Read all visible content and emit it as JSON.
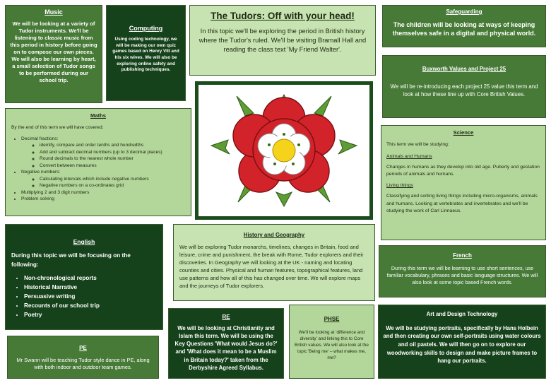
{
  "music": {
    "title": "Music",
    "text": "We will be looking at a variety of Tudor instruments. We'll be listening to classic music from this period in history before going on to compose our own pieces. We will also be learning by heart, a small selection of Tudor songs to be performed during our school trip."
  },
  "computing": {
    "title": "Computing",
    "text": "Using coding technology, we will be making our own quiz games based on Henry VIII and his six wives. We will also be exploring online safety and publishing techniques."
  },
  "header": {
    "title": "The Tudors: Off with your head!",
    "text": "In this topic we'll be exploring the period in British history where the Tudor's ruled. We'll be visiting Bramall Hall and reading the class text 'My Friend Walter'."
  },
  "safeguarding": {
    "title": "Safeguarding",
    "text": "The children will be looking at ways of keeping themselves safe in a digital and physical world."
  },
  "values": {
    "title": "Buxworth Values and Project 25",
    "text": "We will be re-introducing each project 25 value this term and look at how these line up with Core British Values."
  },
  "maths": {
    "title": "Maths",
    "intro": "By the end of this term we will have covered:",
    "items": [
      {
        "label": "Decimal fractions:",
        "sub": [
          "identify, compare and order tenths and hundredths",
          "Add and subtract decimal numbers (up to 3 decimal places)",
          "Round decimals to the nearest whole number",
          "Convert between measures"
        ]
      },
      {
        "label": "Negative numbers:",
        "sub": [
          "Calculating intervals which include negative numbers",
          "Negative numbers on a co-ordinates grid"
        ]
      },
      {
        "label": "Multiplying 2 and 3 digit numbers",
        "sub": []
      },
      {
        "label": "Problem solving",
        "sub": []
      }
    ]
  },
  "science": {
    "title": "Science",
    "intro": "This term we will be studying:",
    "sub1": "Animals and Humans",
    "text1": "Changes in humans as they develop into old age. Puberty and gestation periods of animals and humans.",
    "sub2": "Living things",
    "text2": "Classifying and sorting living things including micro-organisms, animals and humans. Looking at vertebrates and invertebrates and we'll be studying the work of Carl Linnaeus."
  },
  "english": {
    "title": "English",
    "intro": "During this topic we will be focusing on the following:",
    "items": [
      "Non-chronological reports",
      "Historical Narrative",
      "Persuasive writing",
      "Recounts of our school trip",
      "Poetry"
    ]
  },
  "history": {
    "title": "History and Geography",
    "text": "We will be exploring Tudor monarchs, timelines, changes in Britain, food and leisure, crime and punishment, the break with Rome, Tudor explorers and their discoveries. In Geography we will looking at the UK - naming and locating counties and cities. Physical and human features, topographical features, land use patterns and how all of this has changed over time. We will explore maps and the journeys of Tudor explorers."
  },
  "french": {
    "title": "French",
    "text": "During this term we will be learning to use short sentences, use familiar vocabulary, phrases and basic language structures.  We will also look at some topic based French words."
  },
  "pe": {
    "title": "PE",
    "text": "Mr Swann will be teaching Tudor style dance in PE, along with both indoor and outdoor team games."
  },
  "re": {
    "title": "RE",
    "text": "We will be looking at Christianity and Islam this term. We will be using the Key Questions 'What would Jesus do?' and 'What does it mean to be a Muslim in Britain today?' taken from the Derbyshire Agreed Syllabus."
  },
  "phse": {
    "title": "PHSE",
    "text": "We'll be looking at 'difference and diversity' and linking this to Core British values. We will also look at the topic 'Being me' – what makes me, me?"
  },
  "art": {
    "title": "Art and Design Technology",
    "text": "We will be studying portraits, specifically by Hans Holbein and then creating our own self-portraits using water colours and oil pastels.  We will then go on to explore our woodworking skills to design and make picture frames to hang our portraits."
  },
  "colors": {
    "dark_green": "#16421b",
    "mid_green": "#477a37",
    "light_green": "#b3d69a",
    "rose_red": "#d2232a",
    "rose_white": "#ffffff",
    "rose_yellow": "#f5d31a"
  },
  "rose_image": {
    "icon": "tudor-rose-icon"
  }
}
